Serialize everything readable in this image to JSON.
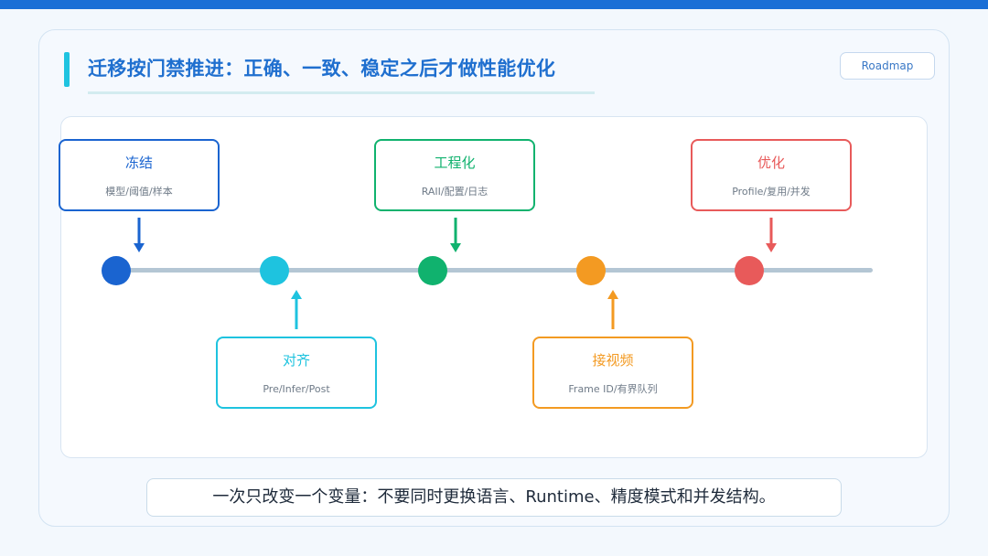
{
  "title": "迁移按门禁推进：正确、一致、稳定之后才做性能优化",
  "roadmap_button": "Roadmap",
  "stages": [
    {
      "name": "冻结",
      "detail": "模型/阈值/样本",
      "color": "#1a64d0",
      "position": "above"
    },
    {
      "name": "对齐",
      "detail": "Pre/Infer/Post",
      "color": "#1ec3df",
      "position": "below"
    },
    {
      "name": "工程化",
      "detail": "RAII/配置/日志",
      "color": "#10b26e",
      "position": "above"
    },
    {
      "name": "接视频",
      "detail": "Frame ID/有界队列",
      "color": "#f39a22",
      "position": "below"
    },
    {
      "name": "优化",
      "detail": "Profile/复用/并发",
      "color": "#e85a5a",
      "position": "above"
    }
  ],
  "footer_note": "一次只改变一个变量：不要同时更换语言、Runtime、精度模式和并发结构。"
}
